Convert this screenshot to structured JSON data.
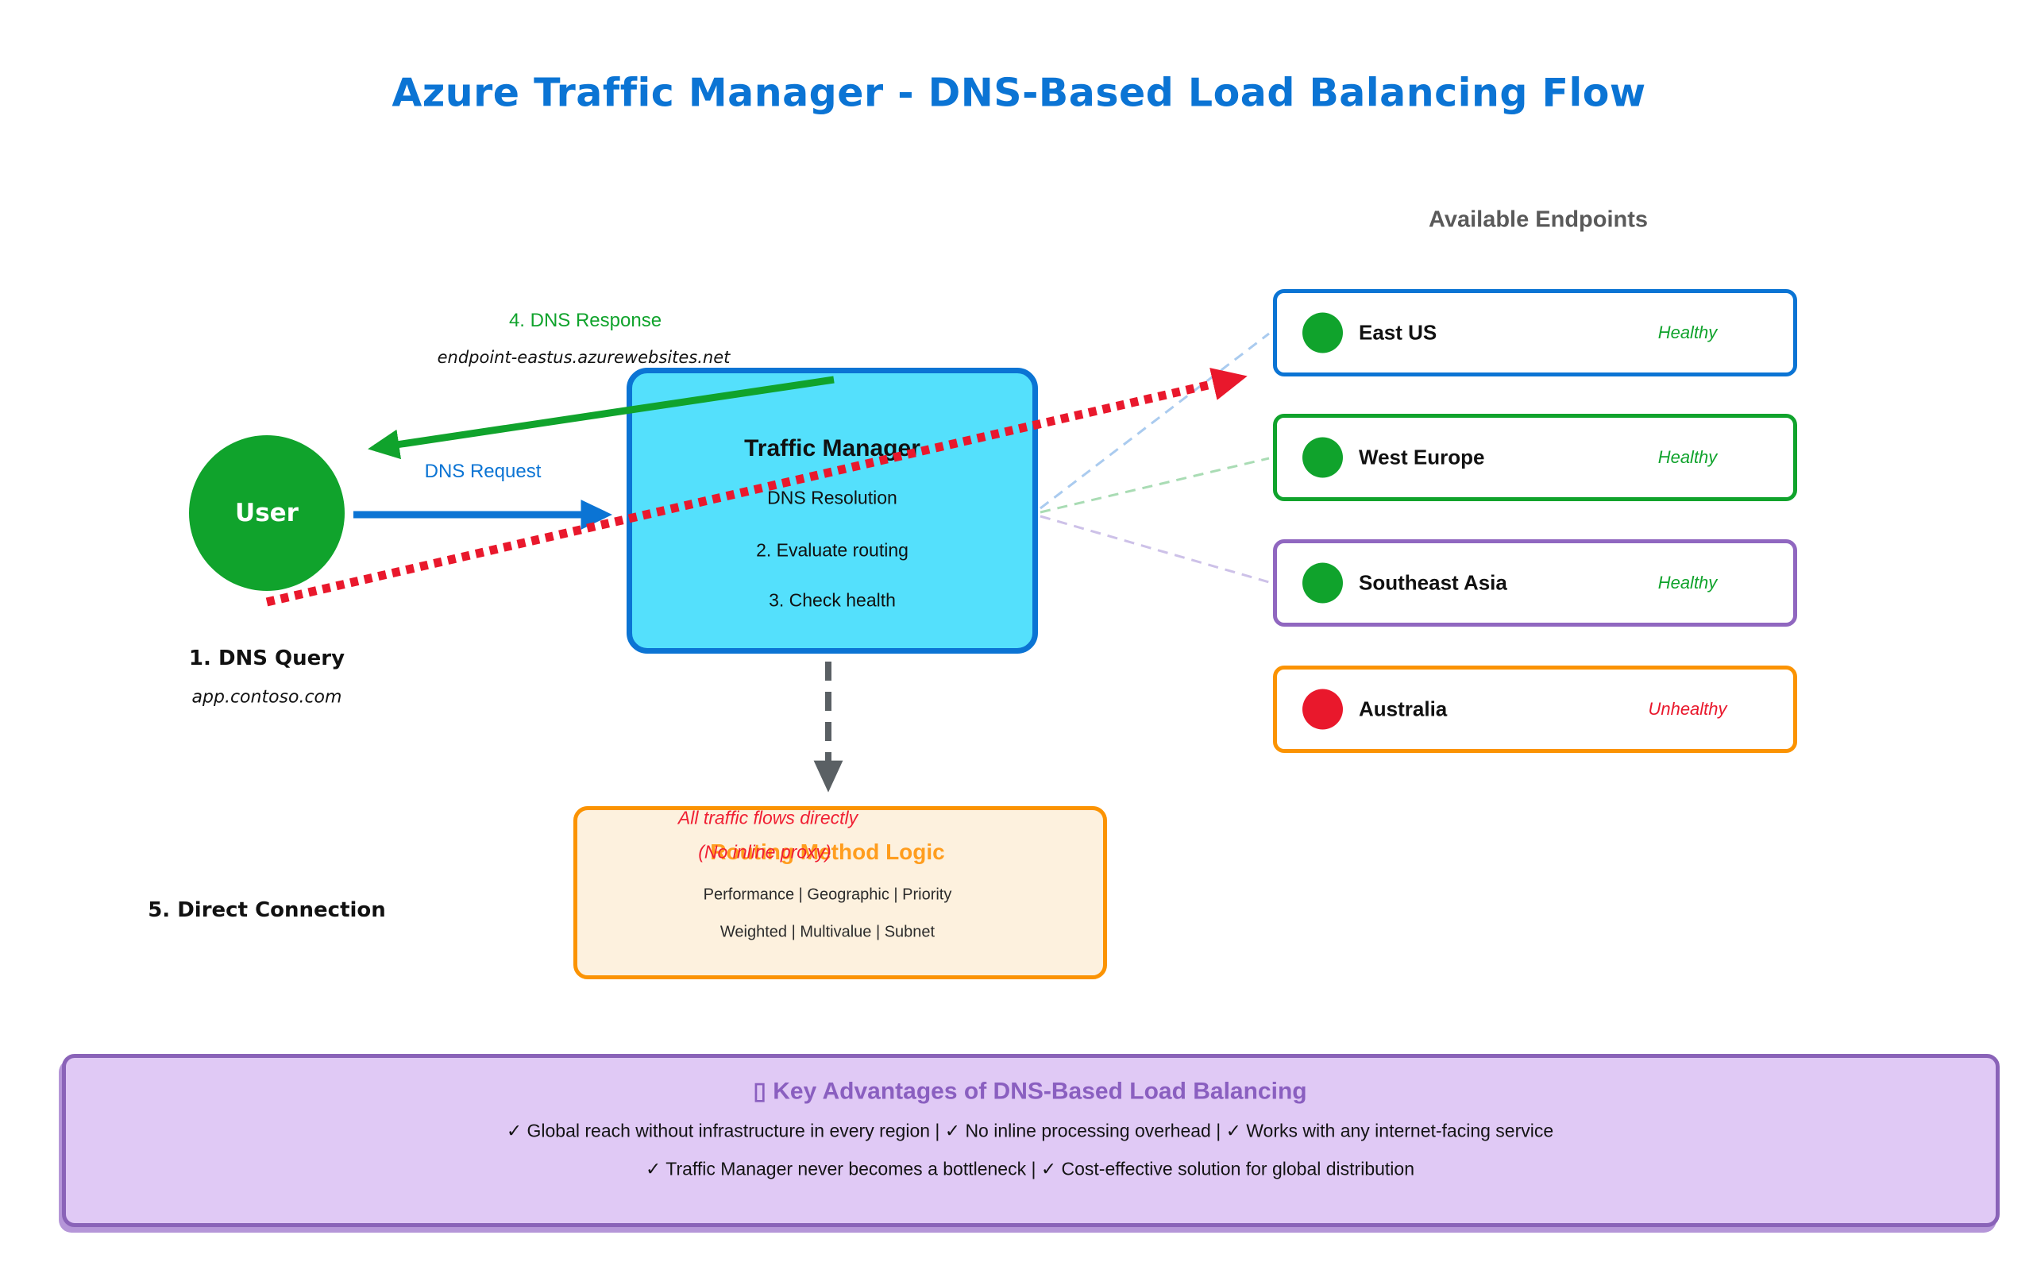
{
  "title": "Azure Traffic Manager - DNS-Based Load Balancing Flow",
  "endpoints_panel": {
    "heading": "Available Endpoints",
    "items": [
      {
        "name": "East US",
        "status": "Healthy",
        "border_color": "#0b74d4",
        "dot_color": "#10a32c",
        "status_color": "#10a32c"
      },
      {
        "name": "West Europe",
        "status": "Healthy",
        "border_color": "#10a32c",
        "dot_color": "#10a32c",
        "status_color": "#10a32c"
      },
      {
        "name": "Southeast Asia",
        "status": "Healthy",
        "border_color": "#9067c0",
        "dot_color": "#10a32c",
        "status_color": "#10a32c"
      },
      {
        "name": "Australia",
        "status": "Unhealthy",
        "border_color": "#fb9302",
        "dot_color": "#e9182c",
        "status_color": "#e9182c"
      }
    ]
  },
  "user": {
    "label": "User"
  },
  "traffic_manager": {
    "title": "Traffic Manager",
    "steps": [
      "DNS Resolution",
      "2. Evaluate routing",
      "3. Check health"
    ]
  },
  "labels": {
    "dns_response_step": "4. DNS Response",
    "dns_response_value": "endpoint-eastus.azurewebsites.net",
    "dns_request": "DNS Request",
    "dns_query_step": "1. DNS Query",
    "dns_query_domain": "app.contoso.com",
    "direct_connection_step": "5. Direct Connection"
  },
  "routing_box": {
    "note_line1": "All traffic flows directly",
    "note_line2": "(No inline proxy)",
    "title": "Routing Method Logic",
    "methods_line1": "Performance | Geographic | Priority",
    "methods_line2": "Weighted | Multivalue | Subnet"
  },
  "advantages_box": {
    "title_glyph": "▯",
    "title": " Key Advantages of DNS-Based Load Balancing",
    "line1": "✓ Global reach without infrastructure in every region  |  ✓ No inline processing overhead  |  ✓ Works with any internet-facing service",
    "line2": "✓ Traffic Manager never becomes a bottleneck  |  ✓ Cost-effective solution for global distribution"
  },
  "colors": {
    "azure_blue": "#0b74d4",
    "cyan_fill": "#54e0fc",
    "green": "#10a32c",
    "red": "#e9182c",
    "orange_border": "#fb9302",
    "orange_title": "#ff9d1e",
    "peach_fill": "#fdf1de",
    "purple_border": "#8a63b8",
    "purple_fill": "#e0c9f5",
    "purple_title": "#8a5fc0",
    "gray_heading": "#5a5a5a",
    "gray_arrow": "#5a6064",
    "link_blue_dashed": "#aacbef",
    "link_green_dashed": "#a9dcb4",
    "link_purple_dashed": "#cdc1e8"
  }
}
